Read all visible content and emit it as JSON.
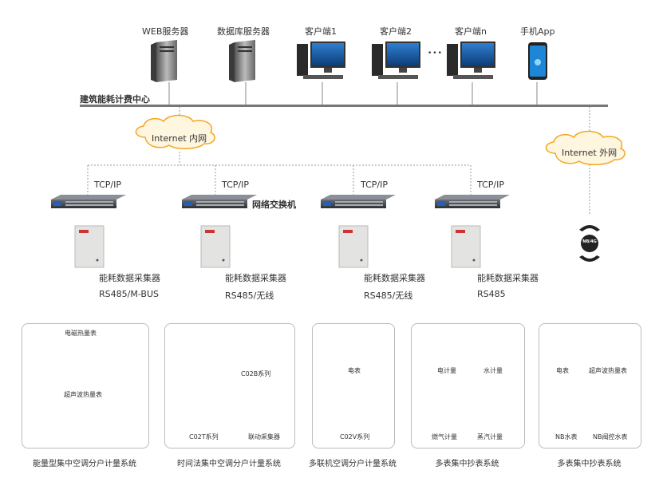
{
  "top": {
    "nodes": [
      {
        "label": "WEB服务器"
      },
      {
        "label": "数据库服务器"
      },
      {
        "label": "客户端1"
      },
      {
        "label": "客户端2"
      },
      {
        "label": "客户端n"
      },
      {
        "label": "手机App"
      }
    ],
    "dots": "•••",
    "center_label": "建筑能耗计费中心"
  },
  "clouds": {
    "intranet": "Internet 内网",
    "extranet": "Internet 外网"
  },
  "switch_label": "网络交换机",
  "nb_label": "NB/4G",
  "branches": [
    {
      "protocol": "TCP/IP",
      "collector": "能耗数据采集器",
      "bus": "RS485/M-BUS"
    },
    {
      "protocol": "TCP/IP",
      "collector": "能耗数据采集器",
      "bus": "RS485/无线"
    },
    {
      "protocol": "TCP/IP",
      "collector": "能耗数据采集器",
      "bus": "RS485/无线"
    },
    {
      "protocol": "TCP/IP",
      "collector": "能耗数据采集器",
      "bus": "RS485"
    }
  ],
  "systems": [
    {
      "title": "能量型集中空调分户计量系统",
      "items": [
        "电磁热量表",
        "超声波热量表"
      ]
    },
    {
      "title": "时间法集中空调分户计量系统",
      "items": [
        "C02B系列",
        "C02T系列",
        "联动采集器"
      ]
    },
    {
      "title": "多联机空调分户计量系统",
      "items": [
        "电表",
        "C02V系列"
      ]
    },
    {
      "title": "多表集中抄表系统",
      "items": [
        "电计量",
        "水计量",
        "燃气计量",
        "蒸汽计量"
      ]
    },
    {
      "title": "多表集中抄表系统",
      "items": [
        "电表",
        "超声波热量表",
        "NB水表",
        "NB阀控水表"
      ]
    }
  ],
  "colors": {
    "accent_orange": "#f5a623",
    "cloud_fill": "#fff6e0",
    "line": "#999999"
  }
}
